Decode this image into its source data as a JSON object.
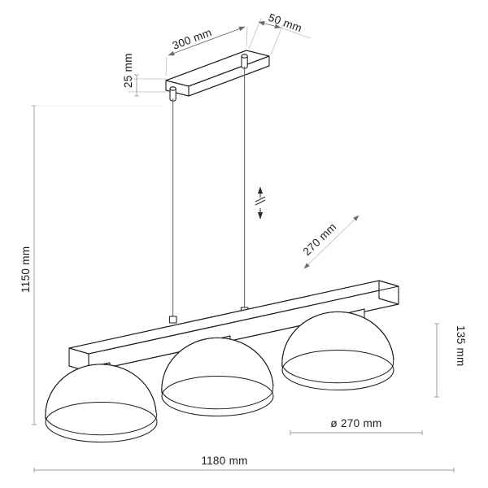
{
  "drawing": {
    "title": "Pendant light technical dimension drawing",
    "subject": "three-shade linear pendant lamp",
    "units": "mm",
    "background_color": "#ffffff",
    "line_color": "#1b1b1b",
    "dimension_line_color": "#9a9a9a",
    "text_color": "#1b1b1b"
  },
  "dimensions": {
    "canopy_length": "300 mm",
    "canopy_depth": "50 mm",
    "canopy_height": "25 mm",
    "total_height": "1150 mm",
    "bar_length": "1180 mm",
    "shade_height": "135 mm",
    "shade_diameter_leader": "270 mm",
    "shade_diameter_bottom": "ø 270 mm"
  },
  "symbols": {
    "adjustable_height": "adjustable-length-arrow",
    "diameter": "ø"
  },
  "parts": {
    "canopy": "ceiling-mount-canopy",
    "cords": 2,
    "bar": "horizontal-mounting-bar",
    "shades": 3,
    "shade_type": "dome"
  }
}
